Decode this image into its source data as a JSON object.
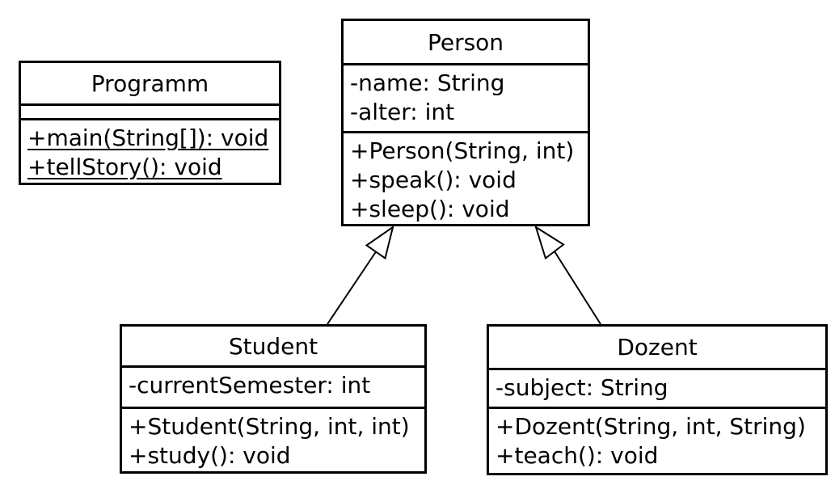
{
  "diagram": {
    "type": "uml-class-diagram",
    "classes": {
      "programm": {
        "name": "Programm",
        "attributes": [],
        "methods": [
          {
            "text": "+main(String[]): void",
            "static": true
          },
          {
            "text": "+tellStory(): void",
            "static": true
          }
        ]
      },
      "person": {
        "name": "Person",
        "attributes": [
          {
            "text": "-name: String"
          },
          {
            "text": "-alter: int"
          }
        ],
        "methods": [
          {
            "text": "+Person(String, int)"
          },
          {
            "text": "+speak(): void"
          },
          {
            "text": "+sleep(): void"
          }
        ]
      },
      "student": {
        "name": "Student",
        "attributes": [
          {
            "text": "-currentSemester: int"
          }
        ],
        "methods": [
          {
            "text": "+Student(String, int, int)"
          },
          {
            "text": "+study(): void"
          }
        ]
      },
      "dozent": {
        "name": "Dozent",
        "attributes": [
          {
            "text": "-subject: String"
          }
        ],
        "methods": [
          {
            "text": "+Dozent(String, int, String)"
          },
          {
            "text": "+teach(): void"
          }
        ]
      }
    },
    "relations": [
      {
        "type": "generalization",
        "from": "Student",
        "to": "Person"
      },
      {
        "type": "generalization",
        "from": "Dozent",
        "to": "Person"
      }
    ],
    "colors": {
      "line": "#000000",
      "fill": "#ffffff",
      "text": "#000000"
    }
  }
}
